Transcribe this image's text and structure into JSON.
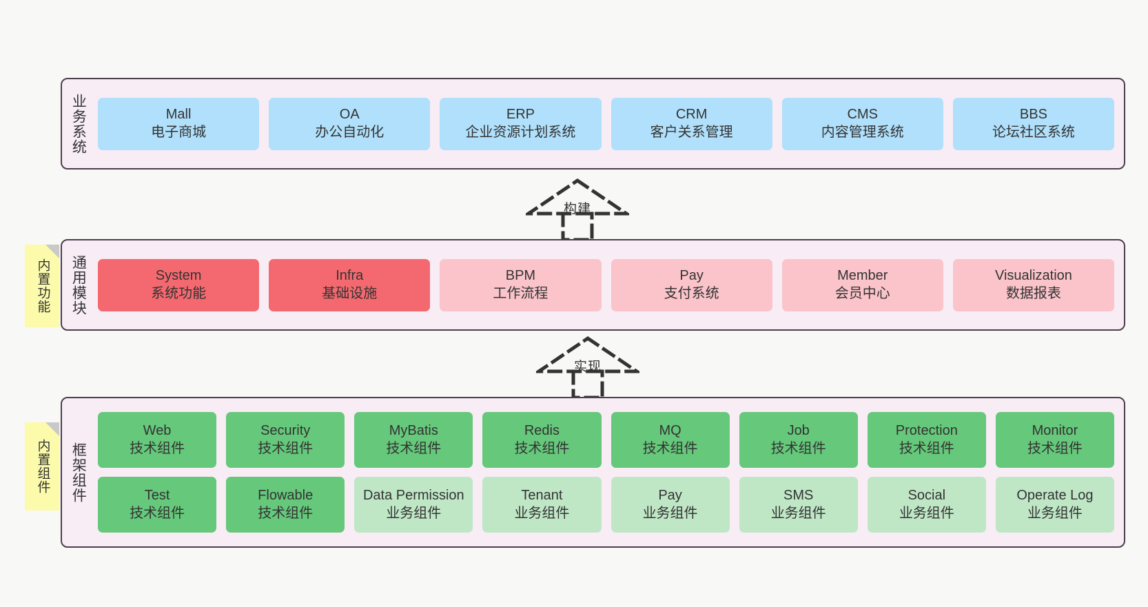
{
  "diagram": {
    "background_color": "#f8f8f6",
    "panel_background": "#f8ecf5",
    "panel_border": "#4a3f4d",
    "sticky_color": "#fcfbab"
  },
  "layers": {
    "business": {
      "title": "业务系统",
      "accent": "#b0e0fb",
      "cards": [
        {
          "en": "Mall",
          "cn": "电子商城"
        },
        {
          "en": "OA",
          "cn": "办公自动化"
        },
        {
          "en": "ERP",
          "cn": "企业资源计划系统"
        },
        {
          "en": "CRM",
          "cn": "客户关系管理"
        },
        {
          "en": "CMS",
          "cn": "内容管理系统"
        },
        {
          "en": "BBS",
          "cn": "论坛社区系统"
        }
      ]
    },
    "common": {
      "title": "通用模块",
      "sticky": "内置功能",
      "accent_strong": "#f4696f",
      "accent_soft": "#fac4ca",
      "cards": [
        {
          "en": "System",
          "cn": "系统功能",
          "tone": "red"
        },
        {
          "en": "Infra",
          "cn": "基础设施",
          "tone": "red"
        },
        {
          "en": "BPM",
          "cn": "工作流程",
          "tone": "pink"
        },
        {
          "en": "Pay",
          "cn": "支付系统",
          "tone": "pink"
        },
        {
          "en": "Member",
          "cn": "会员中心",
          "tone": "pink"
        },
        {
          "en": "Visualization",
          "cn": "数据报表",
          "tone": "pink"
        }
      ]
    },
    "framework": {
      "title": "框架组件",
      "sticky": "内置组件",
      "accent_strong": "#65c87a",
      "accent_soft": "#bfe7c6",
      "row1": [
        {
          "en": "Web",
          "cn": "技术组件",
          "tone": "green"
        },
        {
          "en": "Security",
          "cn": "技术组件",
          "tone": "green"
        },
        {
          "en": "MyBatis",
          "cn": "技术组件",
          "tone": "green"
        },
        {
          "en": "Redis",
          "cn": "技术组件",
          "tone": "green"
        },
        {
          "en": "MQ",
          "cn": "技术组件",
          "tone": "green"
        },
        {
          "en": "Job",
          "cn": "技术组件",
          "tone": "green"
        },
        {
          "en": "Protection",
          "cn": "技术组件",
          "tone": "green"
        },
        {
          "en": "Monitor",
          "cn": "技术组件",
          "tone": "green"
        }
      ],
      "row2": [
        {
          "en": "Test",
          "cn": "技术组件",
          "tone": "green"
        },
        {
          "en": "Flowable",
          "cn": "技术组件",
          "tone": "green"
        },
        {
          "en": "Data Permission",
          "cn": "业务组件",
          "tone": "green-light"
        },
        {
          "en": "Tenant",
          "cn": "业务组件",
          "tone": "green-light"
        },
        {
          "en": "Pay",
          "cn": "业务组件",
          "tone": "green-light"
        },
        {
          "en": "SMS",
          "cn": "业务组件",
          "tone": "green-light"
        },
        {
          "en": "Social",
          "cn": "业务组件",
          "tone": "green-light"
        },
        {
          "en": "Operate Log",
          "cn": "业务组件",
          "tone": "green-light"
        }
      ]
    }
  },
  "connectors": [
    {
      "label": "构建",
      "from": "common",
      "to": "business"
    },
    {
      "label": "实现",
      "from": "framework",
      "to": "common"
    }
  ]
}
